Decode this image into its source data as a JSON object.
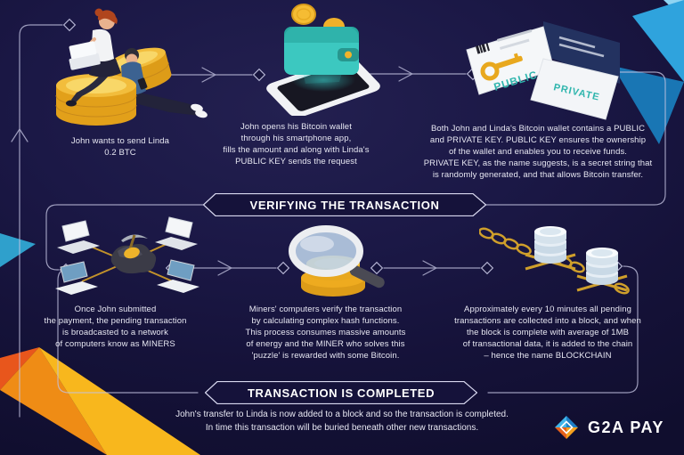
{
  "steps": [
    {
      "caption": "John wants to send Linda\n0.2 BTC"
    },
    {
      "caption": "John opens his Bitcoin wallet\nthrough his smartphone app,\nfills the amount and along with Linda's\nPUBLIC KEY sends the request"
    },
    {
      "caption": "Both John and Linda's Bitcoin wallet contains a PUBLIC\nand PRIVATE KEY. PUBLIC KEY ensures the ownership\nof the wallet and enables you to receive funds.\nPRIVATE KEY, as the name suggests, is a secret string that\nis randomly generated, and that allows Bitcoin transfer."
    },
    {
      "caption": "Once John submitted\nthe payment, the pending transaction\nis broadcasted to a network\nof computers know as MINERS"
    },
    {
      "caption": "Miners' computers verify the transaction\nby calculating complex hash functions.\nThis process consumes massive amounts\nof energy and the MINER who solves this\n'puzzle' is rewarded with some Bitcoin."
    },
    {
      "caption": "Approximately every 10 minutes all pending\ntransactions are collected into a block, and when\nthe block is complete with average of 1MB\nof transactional data, it is added to the chain\n– hence the name BLOCKCHAIN"
    }
  ],
  "banners": {
    "verifying": "VERIFYING THE TRANSACTION",
    "completed": "TRANSACTION IS COMPLETED"
  },
  "footer": {
    "text": "John's transfer to Linda is now added to a block and so the transaction is completed.\nIn time this transaction will be buried beneath other new transactions."
  },
  "illustrations": {
    "keys": {
      "public_label": "PUBLIC",
      "private_label": "PRIVATE"
    }
  },
  "logo": {
    "text": "G2A PAY"
  },
  "colors": {
    "background": "#17143c",
    "accent_gold": "#f2b32a",
    "teal": "#3cc8c0",
    "blue": "#2fa3dd",
    "orange": "#f29114",
    "line": "#c3c3e0"
  }
}
